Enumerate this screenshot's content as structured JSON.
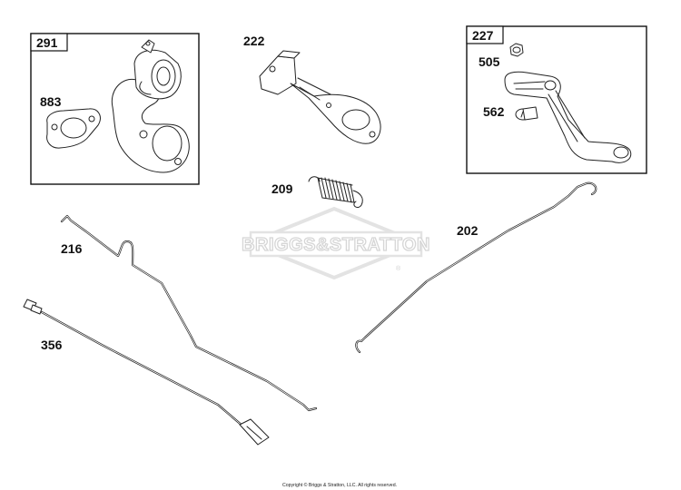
{
  "watermark": {
    "text": "BRIGGS&STRATTON",
    "trademark": "®"
  },
  "boxes": [
    {
      "id": "291",
      "label": "291"
    },
    {
      "id": "227",
      "label": "227"
    }
  ],
  "parts": [
    {
      "id": "883",
      "label": "883"
    },
    {
      "id": "222",
      "label": "222"
    },
    {
      "id": "209",
      "label": "209"
    },
    {
      "id": "505",
      "label": "505"
    },
    {
      "id": "562",
      "label": "562"
    },
    {
      "id": "216",
      "label": "216"
    },
    {
      "id": "202",
      "label": "202"
    },
    {
      "id": "356",
      "label": "356"
    }
  ],
  "copyright": "Copyright © Briggs & Stratton, LLC. All rights reserved."
}
